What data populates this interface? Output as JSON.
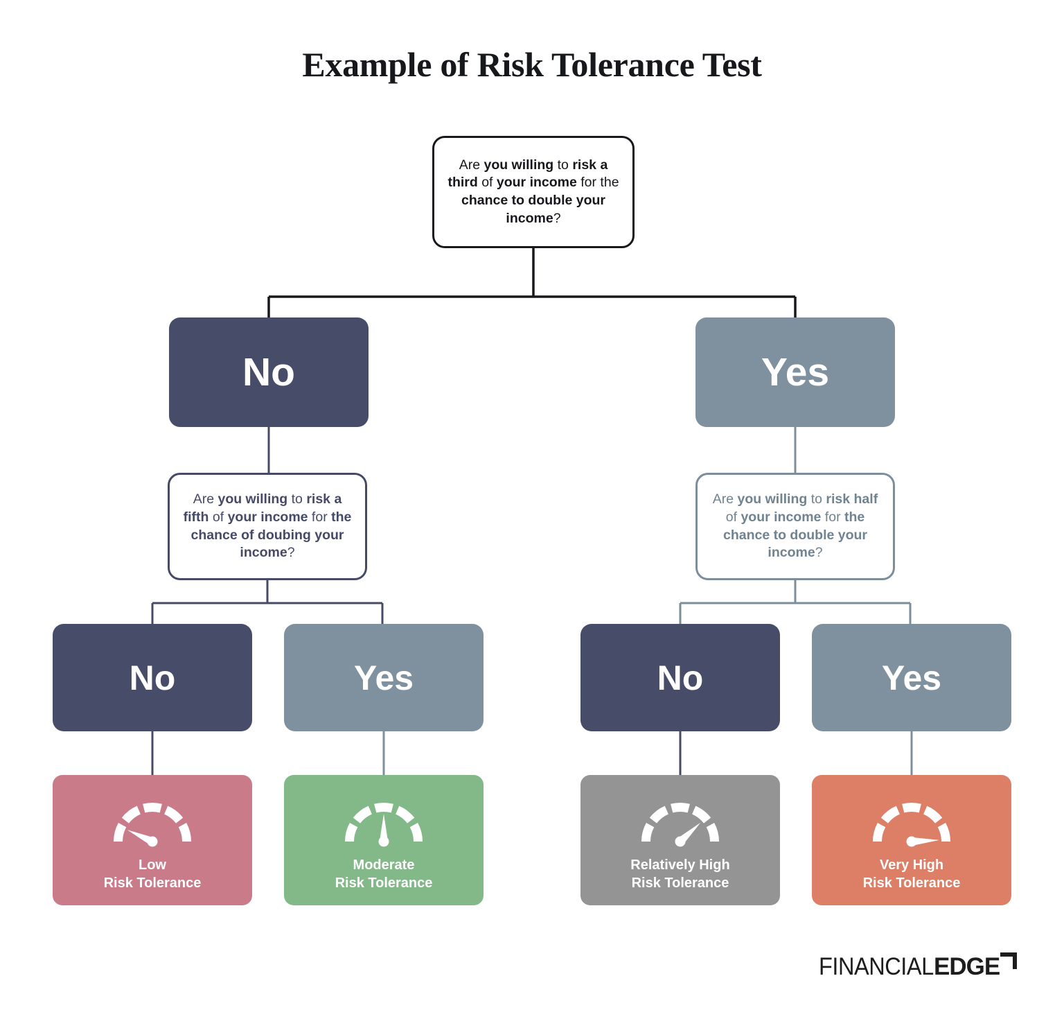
{
  "title": "Example of Risk Tolerance Test",
  "colors": {
    "title_text": "#17181c",
    "root_border": "#17181c",
    "navy": "#474c68",
    "slate": "#7f919e",
    "low_risk": "#ca7b8a",
    "moderate_risk": "#83b889",
    "relatively_high_risk": "#949494",
    "very_high_risk": "#dd7f67",
    "card_text": "#ffffff"
  },
  "tree": {
    "root_question": {
      "name": "root-question",
      "segments": [
        {
          "text": "Are ",
          "bold": false
        },
        {
          "text": "you willing",
          "bold": true
        },
        {
          "text": " to ",
          "bold": false
        },
        {
          "text": "risk a third",
          "bold": true
        },
        {
          "text": " of ",
          "bold": false
        },
        {
          "text": "your income",
          "bold": true
        },
        {
          "text": " for the ",
          "bold": false
        },
        {
          "text": "chance to double your income",
          "bold": true
        },
        {
          "text": "?",
          "bold": false
        }
      ],
      "plain": "Are you willing to risk a third of your income for the chance to double your income?"
    },
    "level1": [
      {
        "name": "answer-no-level1",
        "label": "No"
      },
      {
        "name": "answer-yes-level1",
        "label": "Yes"
      }
    ],
    "left_question": {
      "name": "left-followup-question",
      "segments": [
        {
          "text": "Are ",
          "bold": false
        },
        {
          "text": "you willing",
          "bold": true
        },
        {
          "text": " to ",
          "bold": false
        },
        {
          "text": "risk a fifth",
          "bold": true
        },
        {
          "text": " of ",
          "bold": false
        },
        {
          "text": "your income",
          "bold": true
        },
        {
          "text": " for ",
          "bold": false
        },
        {
          "text": "the chance of doubing your income",
          "bold": true
        },
        {
          "text": "?",
          "bold": false
        }
      ],
      "plain": "Are you willing to risk a fifth of your income for the chance of doubing your income?"
    },
    "right_question": {
      "name": "right-followup-question",
      "segments": [
        {
          "text": "Are ",
          "bold": false
        },
        {
          "text": "you willing",
          "bold": true
        },
        {
          "text": " to ",
          "bold": false
        },
        {
          "text": "risk half",
          "bold": true
        },
        {
          "text": " of ",
          "bold": false
        },
        {
          "text": "your income",
          "bold": true
        },
        {
          "text": " for ",
          "bold": false
        },
        {
          "text": "the chance to double your income",
          "bold": true
        },
        {
          "text": "?",
          "bold": false
        }
      ],
      "plain": "Are you willing to risk half of your income for the chance to double your income?"
    },
    "level2": [
      {
        "name": "answer-no-left",
        "label": "No"
      },
      {
        "name": "answer-yes-left",
        "label": "Yes"
      },
      {
        "name": "answer-no-right",
        "label": "No"
      },
      {
        "name": "answer-yes-right",
        "label": "Yes"
      }
    ],
    "results": [
      {
        "name": "result-low",
        "label": "Low\nRisk Tolerance",
        "icon": "gauge-icon",
        "needle_angle_deg": -155,
        "color": "#ca7b8a"
      },
      {
        "name": "result-moderate",
        "label": "Moderate\nRisk Tolerance",
        "icon": "gauge-icon",
        "needle_angle_deg": -90,
        "color": "#83b889"
      },
      {
        "name": "result-relatively-high",
        "label": "Relatively High\nRisk Tolerance",
        "icon": "gauge-icon",
        "needle_angle_deg": -43,
        "color": "#949494"
      },
      {
        "name": "result-very-high",
        "label": "Very High\nRisk Tolerance",
        "icon": "gauge-icon",
        "needle_angle_deg": -3,
        "color": "#dd7f67"
      }
    ]
  },
  "logo": {
    "thin_text": "FINANCIAL",
    "bold_text": "EDGE"
  }
}
